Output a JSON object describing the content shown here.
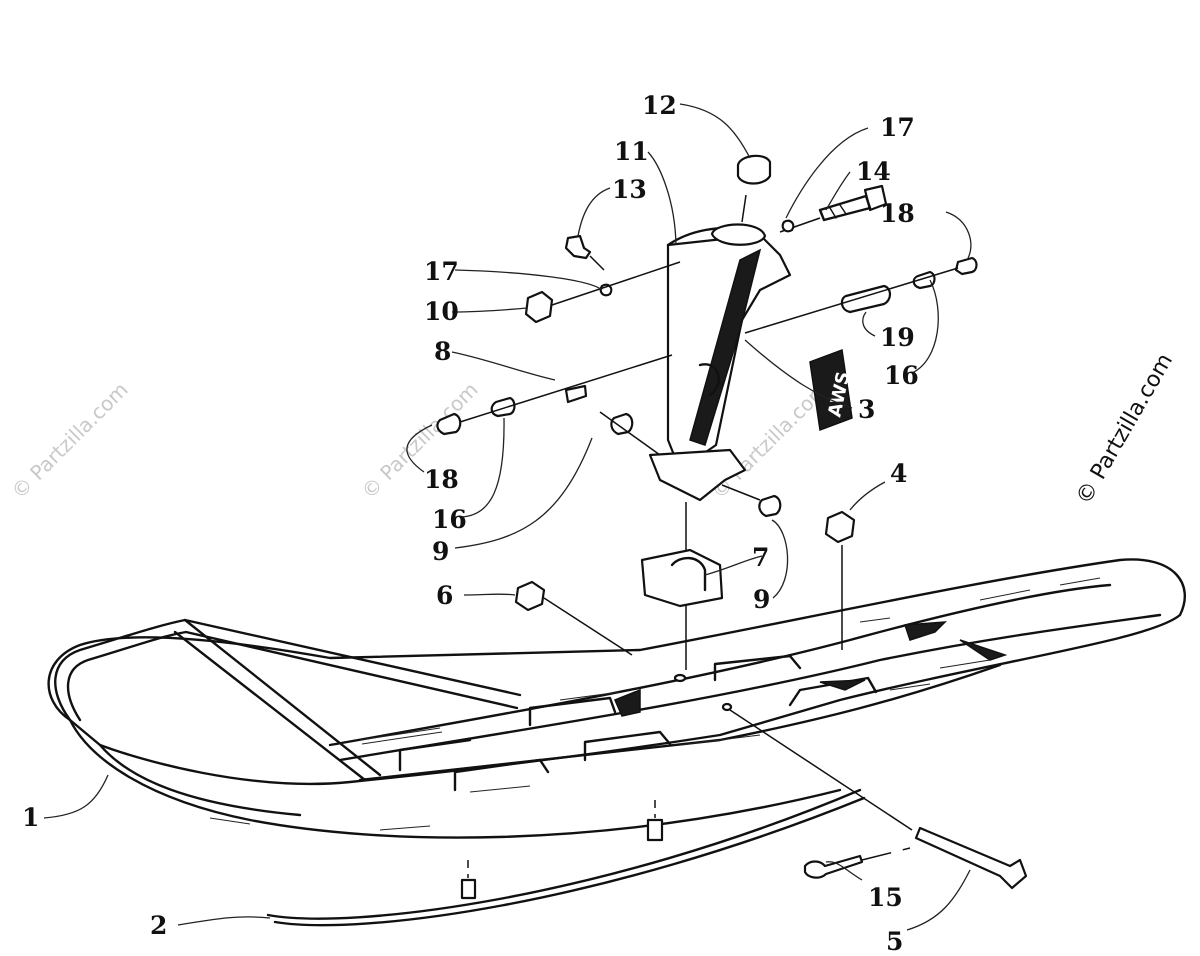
{
  "callouts": {
    "c1": "1",
    "c2": "2",
    "c3": "3",
    "c4": "4",
    "c5": "5",
    "c6": "6",
    "c7": "7",
    "c8": "8",
    "c9a": "9",
    "c9b": "9",
    "c10": "10",
    "c11": "11",
    "c12": "12",
    "c13": "13",
    "c14": "14",
    "c15": "15",
    "c16a": "16",
    "c16b": "16",
    "c17a": "17",
    "c17b": "17",
    "c18a": "18",
    "c18b": "18",
    "c19": "19"
  },
  "decal_text": "AWS",
  "watermark": "© Partzilla.com"
}
